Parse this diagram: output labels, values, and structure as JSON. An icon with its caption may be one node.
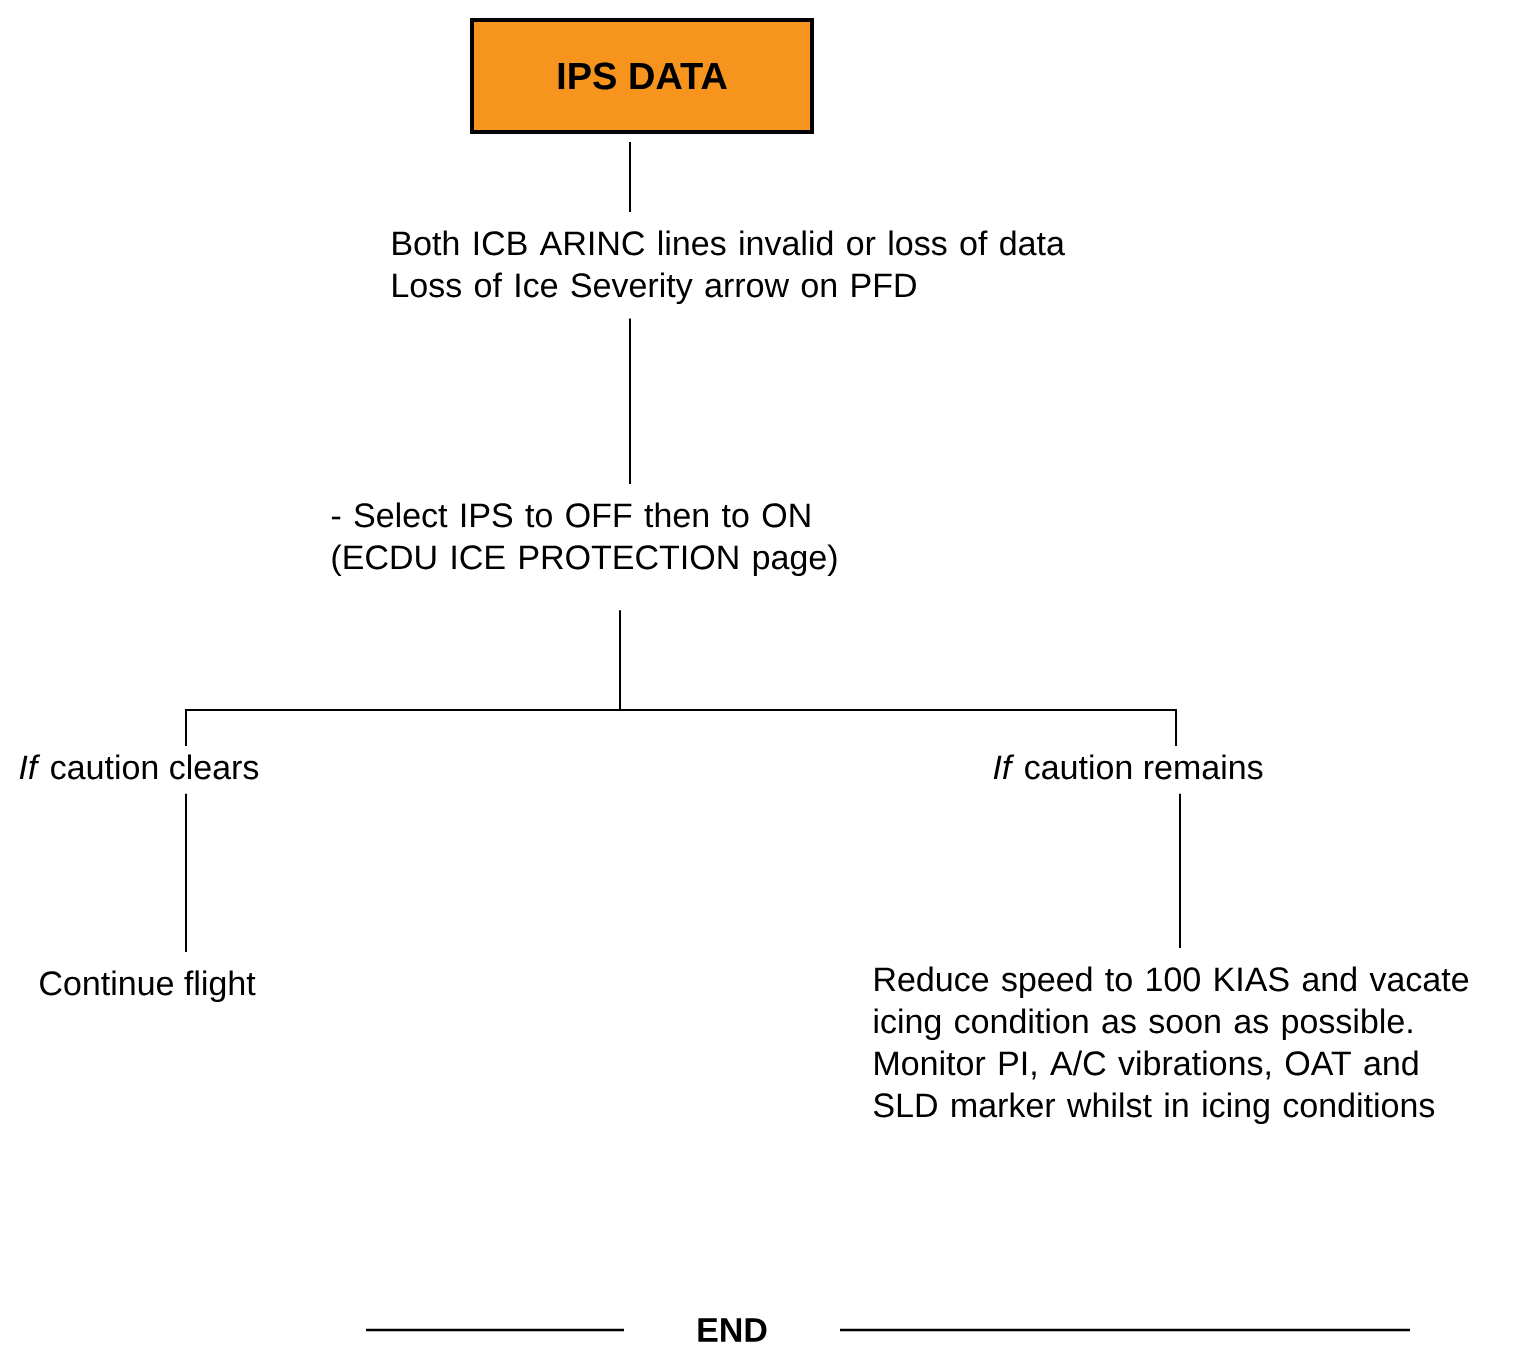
{
  "diagram": {
    "nodes": [
      {
        "text": [
          "IPS DATA"
        ]
      },
      {
        "text": [
          "Both ICB ARINC lines invalid or loss of data",
          "Loss of Ice Severity arrow on PFD"
        ]
      },
      {
        "text": [
          "- Select IPS to OFF then to ON",
          "(ECDU ICE PROTECTION page)"
        ]
      },
      {
        "text": [
          "*If* caution clears"
        ]
      },
      {
        "text": [
          "*If* caution remains"
        ]
      },
      {
        "text": [
          "Continue flight"
        ]
      },
      {
        "text": [
          "Reduce speed to 100 KIAS and vacate icing condition as soon as possible.",
          "Monitor PI, A/C vibrations, OAT and SLD marker whilst in icing conditions"
        ]
      }
    ],
    "edges": [
      {
        "from": 0,
        "to": 1,
        "arrow": "none"
      },
      {
        "from": 1,
        "to": 2,
        "arrow": "none"
      },
      {
        "from": 2,
        "to": 3,
        "arrow": "none"
      },
      {
        "from": 2,
        "to": 4,
        "arrow": "none"
      },
      {
        "from": 3,
        "to": 5,
        "arrow": "none"
      },
      {
        "from": 4,
        "to": 6,
        "arrow": "none"
      }
    ],
    "labels": [
      "END"
    ]
  }
}
